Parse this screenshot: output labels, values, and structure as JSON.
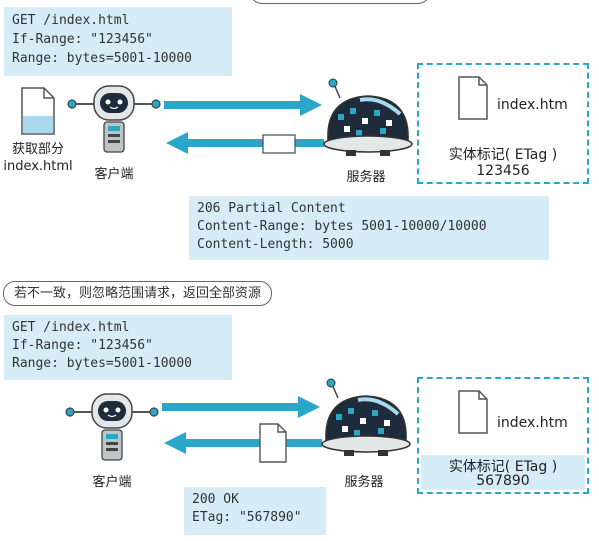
{
  "scenario1": {
    "request_lines": [
      "GET /index.html",
      "If-Range: \"123456\"",
      "Range: bytes=5001-10000"
    ],
    "client_file_label_1": "获取部分",
    "client_file_label_2": "index.html",
    "client_label": "客户端",
    "server_label": "服务器",
    "resource_filename": "index.htm",
    "etag_label": "实体标记( ETag )",
    "etag_value": "123456",
    "response_lines": [
      "206 Partial Content",
      "Content-Range: bytes 5001-10000/10000",
      "Content-Length: 5000"
    ]
  },
  "scenario2": {
    "caption": "若不一致，则忽略范围请求，返回全部资源",
    "request_lines": [
      "GET /index.html",
      "If-Range: \"123456\"",
      "Range: bytes=5001-10000"
    ],
    "client_label": "客户端",
    "server_label": "服务器",
    "resource_filename": "index.htm",
    "etag_label": "实体标记( ETag )",
    "etag_value": "567890",
    "response_lines": [
      "200 OK",
      "ETag: \"567890\""
    ]
  },
  "colors": {
    "code_bg": "#d6ecf7",
    "arrow": "#2aa6c8",
    "dashed_border": "#2aa6c8",
    "etag_bg": "#d6ecf7"
  }
}
